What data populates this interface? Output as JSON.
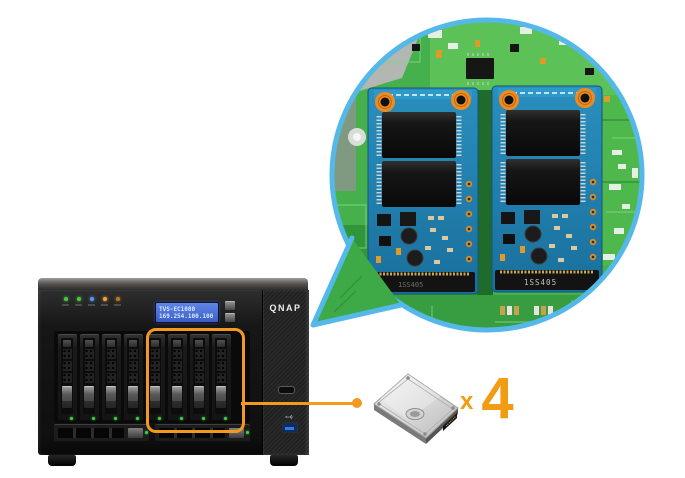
{
  "nas": {
    "brand_logo": "QNAP",
    "lcd": {
      "line1": "TVS-EC1080",
      "line2": "169.254.100.100"
    },
    "status_leds": [
      {
        "name": "status",
        "color": "#49c943"
      },
      {
        "name": "lan",
        "color": "#49c943"
      },
      {
        "name": "usb",
        "color": "#4f9bf5"
      },
      {
        "name": "esata",
        "color": "#f2a33c"
      },
      {
        "name": "10gbe",
        "color": "#b97a1e"
      }
    ],
    "vertical_bays": {
      "count": 8
    },
    "horizontal_bays": {
      "count": 2
    },
    "highlight": {
      "bays_covered": "5-8",
      "color": "#F39A1E"
    }
  },
  "callout": {
    "border_color": "#54B8E8",
    "modules": {
      "count": 2
    },
    "module_marking": "1SS405"
  },
  "ssd_callout": {
    "prefix": "x",
    "count": "4",
    "color": "#F09D14"
  }
}
